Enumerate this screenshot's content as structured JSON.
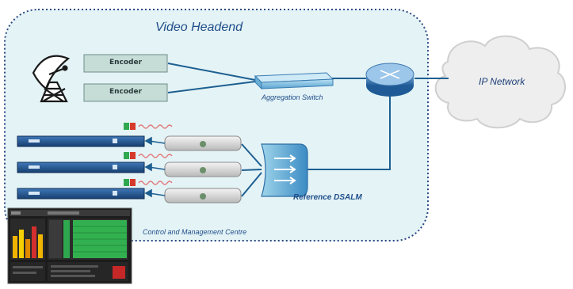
{
  "diagram": {
    "headend_title": "Video Headend",
    "encoders": [
      {
        "label": "Encoder"
      },
      {
        "label": "Encoder"
      }
    ],
    "aggregation_switch_label": "Aggregation Switch",
    "ip_network_label": "IP Network",
    "reference_dslam_label": "Reference DSALM",
    "control_centre_label": "Control and Management Centre"
  },
  "colors": {
    "headend_fill": "#e4f3f6",
    "headend_border": "#2a4a82",
    "encoder_fill": "#c5dcd7",
    "link": "#1d5f91",
    "label": "#1f4e8a",
    "router": "#3d77ad",
    "cloud_fill": "#eeeeee",
    "settop_box": "#dadada",
    "status_green": "#2fa84f",
    "status_red": "#d63a2a"
  }
}
